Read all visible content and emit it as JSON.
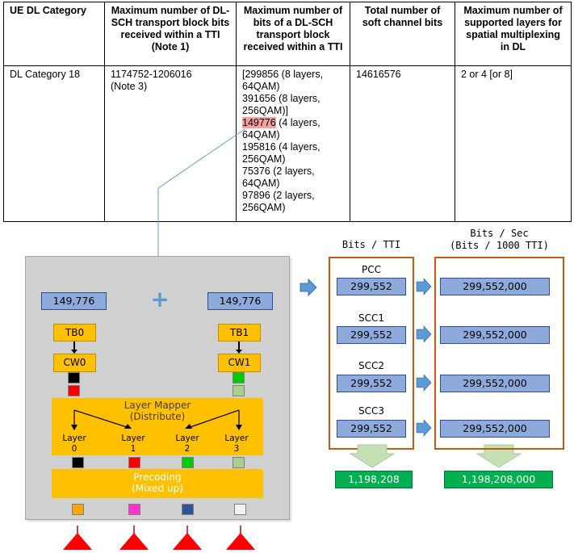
{
  "table": {
    "headers": [
      "UE DL Category",
      "Maximum number of DL-SCH transport block bits received within a TTI (Note 1)",
      "Maximum number of bits of a DL-SCH transport block received within a TTI",
      "Total number of soft channel bits",
      "Maximum number of supported layers for spatial multiplexing in DL"
    ],
    "row": {
      "category": "DL Category 18",
      "tb_bits": "1174752-1206016",
      "tb_bits_note": "(Note 3)",
      "max_bits_lines": [
        "[299856 (8 layers,",
        "64QAM)",
        "391656 (8 layers,",
        "256QAM)]"
      ],
      "highlight_value": "149776",
      "highlight_rest": " (4 layers,",
      "max_bits_lines_after": [
        "64QAM)",
        "195816 (4 layers,",
        "256QAM)",
        "75376 (2 layers,",
        "64QAM)",
        "97896 (2 layers,",
        "256QAM)"
      ],
      "soft_bits": "14616576",
      "layers": "2 or 4 [or 8]"
    }
  },
  "diagram": {
    "tb_value_left": "149,776",
    "tb_value_right": "149,776",
    "plus": "+",
    "tb0": "TB0",
    "tb1": "TB1",
    "cw0": "CW0",
    "cw1": "CW1",
    "mapper_line1": "Layer Mapper",
    "mapper_line2": "(Distribute)",
    "layer_word": "Layer",
    "layers": [
      "0",
      "1",
      "2",
      "3"
    ],
    "precoding_line1": "Precoding",
    "precoding_line2": "(Mixed up)",
    "colors": {
      "cw0_a": "#000000",
      "cw0_b": "#ff0000",
      "cw1_a": "#00cc00",
      "cw1_b": "#a9d18e",
      "layer0": "#000000",
      "layer1": "#ff0000",
      "layer2": "#00cc00",
      "layer3": "#a9d18e",
      "pre0": "#ffa500",
      "pre1": "#ff33cc",
      "pre2": "#2f5597",
      "pre3": "#f2f2f2",
      "antenna": "#ff0000"
    }
  },
  "bits_tti": {
    "header": "Bits / TTI",
    "carriers": [
      {
        "name": "PCC",
        "value": "299,552"
      },
      {
        "name": "SCC1",
        "value": "299,552"
      },
      {
        "name": "SCC2",
        "value": "299,552"
      },
      {
        "name": "SCC3",
        "value": "299,552"
      }
    ],
    "total": "1,198,208"
  },
  "bits_sec": {
    "header_line1": "Bits / Sec",
    "header_line2": "(Bits / 1000 TTI)",
    "values": [
      "299,552,000",
      "299,552,000",
      "299,552,000",
      "299,552,000"
    ],
    "total": "1,198,208,000"
  }
}
